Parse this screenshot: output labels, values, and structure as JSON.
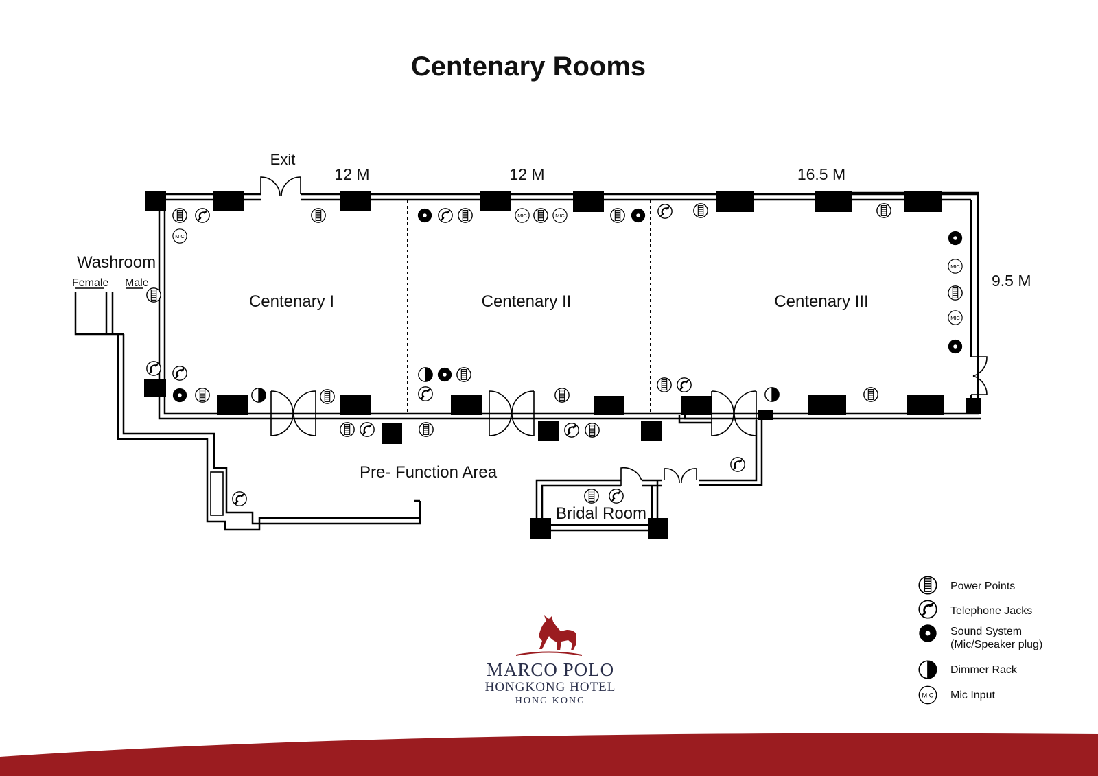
{
  "title": "Centenary Rooms",
  "dimensions": {
    "room1_width": "12 M",
    "room2_width": "12 M",
    "room3_width": "16.5 M",
    "depth": "9.5 M"
  },
  "labels": {
    "exit": "Exit",
    "washroom": "Washroom",
    "female": "Female",
    "male": "Male",
    "room1": "Centenary I",
    "room2": "Centenary II",
    "room3": "Centenary III",
    "prefunction": "Pre- Function Area",
    "bridal": "Bridal Room"
  },
  "legend": {
    "power": "Power Points",
    "phone": "Telephone Jacks",
    "sound_line1": "Sound System",
    "sound_line2": "(Mic/Speaker plug)",
    "dimmer": "Dimmer Rack",
    "mic": "Mic Input",
    "mic_symbol": "MIC"
  },
  "logo": {
    "line1": "MARCO POLO",
    "line2": "HONGKONG HOTEL",
    "line3": "HONG KONG"
  },
  "colors": {
    "brand_red": "#9b1c20",
    "logo_navy": "#2a2f4a"
  }
}
